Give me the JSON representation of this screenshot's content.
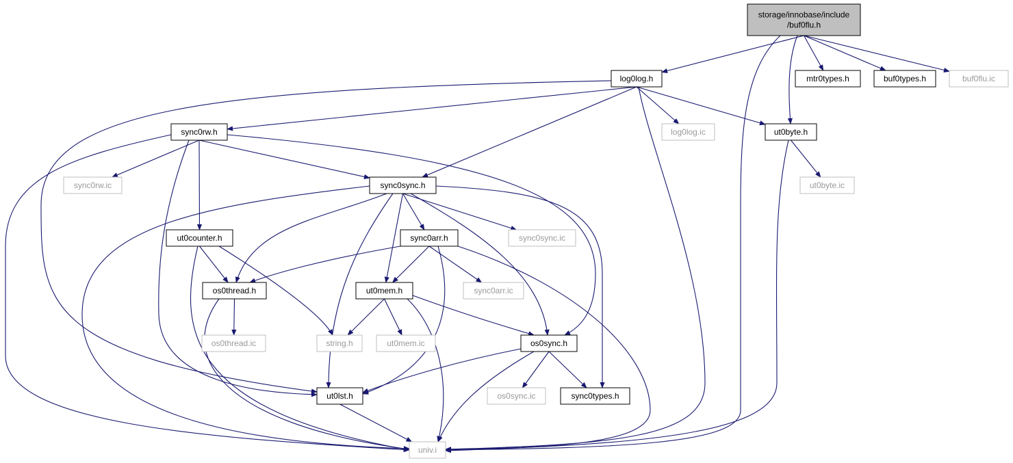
{
  "graph": {
    "arrow_color": "#191970",
    "root_fill": "#bfbfbf",
    "missing_border": "#bfbfbf",
    "nodes": [
      {
        "id": "buf0flu",
        "lines": [
          "storage/innobase/include",
          "/buf0flu.h"
        ],
        "kind": "root"
      },
      {
        "id": "log0log",
        "lines": [
          "log0log.h"
        ],
        "kind": "header"
      },
      {
        "id": "mtr0types",
        "lines": [
          "mtr0types.h"
        ],
        "kind": "header"
      },
      {
        "id": "buf0types",
        "lines": [
          "buf0types.h"
        ],
        "kind": "header"
      },
      {
        "id": "buf0flu_ic",
        "lines": [
          "buf0flu.ic"
        ],
        "kind": "missing"
      },
      {
        "id": "sync0rw",
        "lines": [
          "sync0rw.h"
        ],
        "kind": "header"
      },
      {
        "id": "log0log_ic",
        "lines": [
          "log0log.ic"
        ],
        "kind": "missing"
      },
      {
        "id": "ut0byte",
        "lines": [
          "ut0byte.h"
        ],
        "kind": "header"
      },
      {
        "id": "sync0rw_ic",
        "lines": [
          "sync0rw.ic"
        ],
        "kind": "missing"
      },
      {
        "id": "sync0sync",
        "lines": [
          "sync0sync.h"
        ],
        "kind": "header"
      },
      {
        "id": "ut0byte_ic",
        "lines": [
          "ut0byte.ic"
        ],
        "kind": "missing"
      },
      {
        "id": "ut0counter",
        "lines": [
          "ut0counter.h"
        ],
        "kind": "header"
      },
      {
        "id": "sync0arr",
        "lines": [
          "sync0arr.h"
        ],
        "kind": "header"
      },
      {
        "id": "sync0sync_ic",
        "lines": [
          "sync0sync.ic"
        ],
        "kind": "missing"
      },
      {
        "id": "os0thread",
        "lines": [
          "os0thread.h"
        ],
        "kind": "header"
      },
      {
        "id": "ut0mem",
        "lines": [
          "ut0mem.h"
        ],
        "kind": "header"
      },
      {
        "id": "sync0arr_ic",
        "lines": [
          "sync0arr.ic"
        ],
        "kind": "missing"
      },
      {
        "id": "os0thread_ic",
        "lines": [
          "os0thread.ic"
        ],
        "kind": "missing"
      },
      {
        "id": "string",
        "lines": [
          "string.h"
        ],
        "kind": "missing"
      },
      {
        "id": "ut0mem_ic",
        "lines": [
          "ut0mem.ic"
        ],
        "kind": "missing"
      },
      {
        "id": "os0sync",
        "lines": [
          "os0sync.h"
        ],
        "kind": "header"
      },
      {
        "id": "os0sync_ic",
        "lines": [
          "os0sync.ic"
        ],
        "kind": "missing"
      },
      {
        "id": "sync0types",
        "lines": [
          "sync0types.h"
        ],
        "kind": "header"
      },
      {
        "id": "ut0lst",
        "lines": [
          "ut0lst.h"
        ],
        "kind": "header"
      },
      {
        "id": "univ",
        "lines": [
          "univ.i"
        ],
        "kind": "missing"
      }
    ],
    "edges": [
      [
        "buf0flu",
        "log0log"
      ],
      [
        "buf0flu",
        "univ"
      ],
      [
        "buf0flu",
        "ut0byte"
      ],
      [
        "buf0flu",
        "mtr0types"
      ],
      [
        "buf0flu",
        "buf0types"
      ],
      [
        "buf0flu",
        "buf0flu_ic"
      ],
      [
        "log0log",
        "sync0rw"
      ],
      [
        "log0log",
        "ut0lst"
      ],
      [
        "log0log",
        "sync0sync"
      ],
      [
        "log0log",
        "log0log_ic"
      ],
      [
        "log0log",
        "ut0byte"
      ],
      [
        "log0log",
        "univ"
      ],
      [
        "ut0byte",
        "ut0byte_ic"
      ],
      [
        "ut0byte",
        "univ"
      ],
      [
        "sync0rw",
        "univ"
      ],
      [
        "sync0rw",
        "sync0rw_ic"
      ],
      [
        "sync0rw",
        "ut0counter"
      ],
      [
        "sync0rw",
        "ut0lst"
      ],
      [
        "sync0rw",
        "sync0sync"
      ],
      [
        "sync0rw",
        "os0sync"
      ],
      [
        "sync0sync",
        "univ"
      ],
      [
        "sync0sync",
        "os0thread"
      ],
      [
        "sync0sync",
        "ut0lst"
      ],
      [
        "sync0sync",
        "ut0mem"
      ],
      [
        "sync0sync",
        "sync0arr"
      ],
      [
        "sync0sync",
        "os0sync"
      ],
      [
        "sync0sync",
        "sync0sync_ic"
      ],
      [
        "sync0sync",
        "sync0types"
      ],
      [
        "ut0counter",
        "os0thread"
      ],
      [
        "ut0counter",
        "string"
      ],
      [
        "ut0counter",
        "univ"
      ],
      [
        "sync0arr",
        "os0thread"
      ],
      [
        "sync0arr",
        "ut0mem"
      ],
      [
        "sync0arr",
        "sync0arr_ic"
      ],
      [
        "sync0arr",
        "ut0lst"
      ],
      [
        "sync0arr",
        "univ"
      ],
      [
        "os0thread",
        "os0thread_ic"
      ],
      [
        "os0thread",
        "univ"
      ],
      [
        "ut0mem",
        "string"
      ],
      [
        "ut0mem",
        "ut0mem_ic"
      ],
      [
        "ut0mem",
        "os0sync"
      ],
      [
        "ut0mem",
        "univ"
      ],
      [
        "os0sync",
        "ut0lst"
      ],
      [
        "os0sync",
        "univ"
      ],
      [
        "os0sync",
        "os0sync_ic"
      ],
      [
        "os0sync",
        "sync0types"
      ],
      [
        "ut0lst",
        "univ"
      ]
    ]
  }
}
